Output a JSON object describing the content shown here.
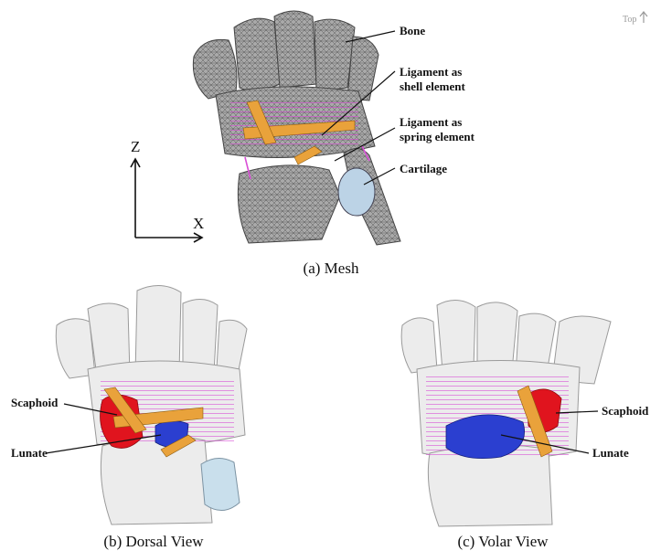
{
  "top_indicator": {
    "label": "Top"
  },
  "panel_a": {
    "caption": "(a) Mesh",
    "labels": {
      "bone": "Bone",
      "ligament_shell_line1": "Ligament as",
      "ligament_shell_line2": "shell element",
      "ligament_spring_line1": "Ligament as",
      "ligament_spring_line2": "spring element",
      "cartilage": "Cartilage"
    },
    "axes": {
      "vertical": "Z",
      "horizontal": "X"
    }
  },
  "panel_b": {
    "caption": "(b) Dorsal View",
    "labels": {
      "scaphoid": "Scaphoid",
      "lunate": "Lunate"
    }
  },
  "panel_c": {
    "caption": "(c) Volar View",
    "labels": {
      "scaphoid": "Scaphoid",
      "lunate": "Lunate"
    }
  },
  "colors": {
    "bone_mesh": "#9a9a9a",
    "bone_smooth": "#ececec",
    "ligament_shell": "#e9a23b",
    "ligament_spring": "#d94fd6",
    "cartilage": "#bcd3e6",
    "scaphoid": "#e0141e",
    "lunate": "#2b3fd0"
  }
}
